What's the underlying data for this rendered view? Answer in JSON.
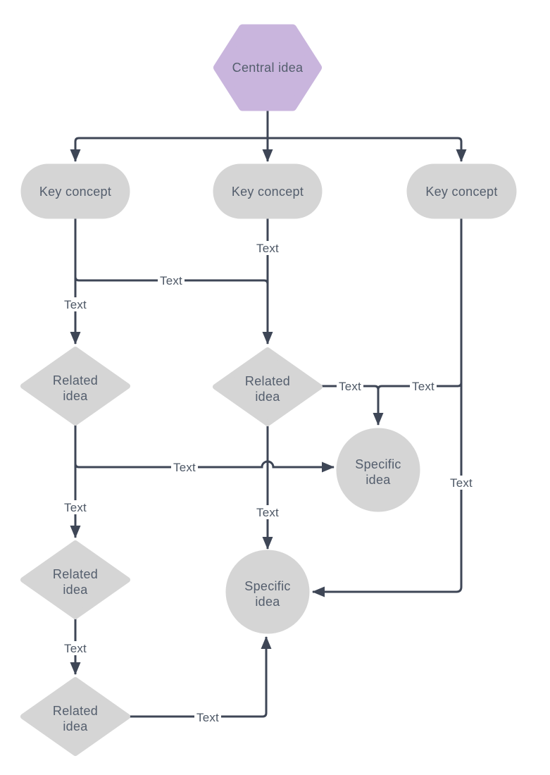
{
  "diagram": {
    "type": "mind-map-flowchart",
    "colors": {
      "background": "#ffffff",
      "connector": "#3e4656",
      "node_fill_gray": "#d5d5d5",
      "node_fill_purple": "#c9b5dd",
      "node_text": "#545e6d",
      "edge_label_text": "#4d5765"
    }
  },
  "nodes": {
    "central": {
      "shape": "hexagon",
      "label": "Central idea"
    },
    "key_left": {
      "shape": "stadium",
      "label": "Key concept"
    },
    "key_center": {
      "shape": "stadium",
      "label": "Key concept"
    },
    "key_right": {
      "shape": "stadium",
      "label": "Key concept"
    },
    "related_left_1": {
      "shape": "diamond",
      "line1": "Related",
      "line2": "idea"
    },
    "related_center": {
      "shape": "diamond",
      "line1": "Related",
      "line2": "idea"
    },
    "related_left_2": {
      "shape": "diamond",
      "line1": "Related",
      "line2": "idea"
    },
    "related_left_3": {
      "shape": "diamond",
      "line1": "Related",
      "line2": "idea"
    },
    "specific_right": {
      "shape": "circle",
      "line1": "Specific",
      "line2": "idea"
    },
    "specific_center": {
      "shape": "circle",
      "line1": "Specific",
      "line2": "idea"
    }
  },
  "edge_labels": [
    {
      "text": "Text"
    },
    {
      "text": "Text"
    },
    {
      "text": "Text"
    },
    {
      "text": "Text"
    },
    {
      "text": "Text"
    },
    {
      "text": "Text"
    },
    {
      "text": "Text"
    },
    {
      "text": "Text"
    },
    {
      "text": "Text"
    },
    {
      "text": "Text"
    },
    {
      "text": "Text"
    }
  ]
}
